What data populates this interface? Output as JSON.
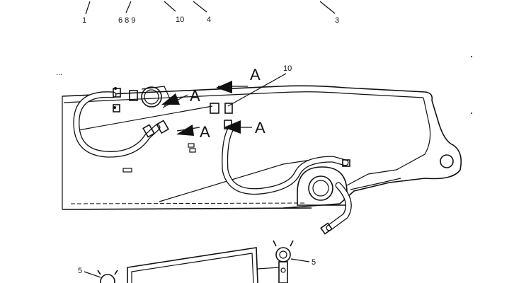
{
  "top_callouts": [
    "1",
    "6 8 9",
    "10",
    "4",
    "3"
  ],
  "main_callouts": {
    "hose_label": "10",
    "view_marker": "A"
  },
  "bottom_callouts": {
    "left_clamp": "5",
    "right_clamp": "5"
  },
  "corner_mark": "..."
}
